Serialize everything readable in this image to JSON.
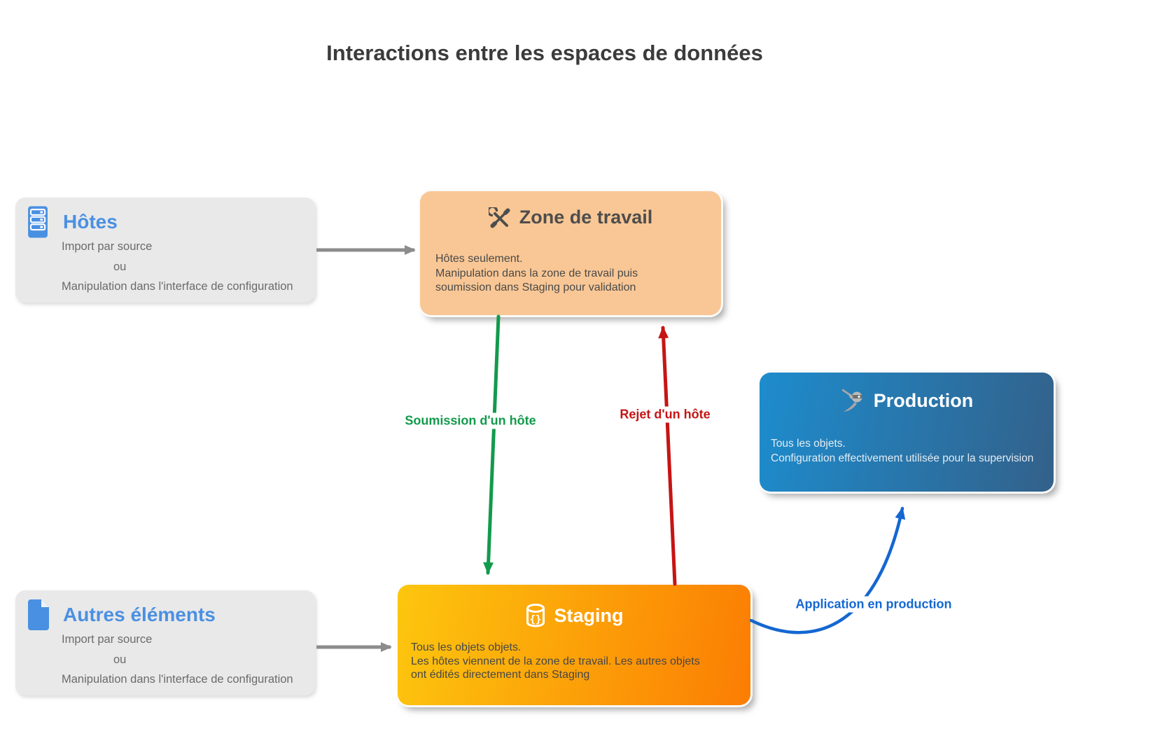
{
  "title": "Interactions entre les espaces de données",
  "boxes": {
    "hotes": {
      "title": "Hôtes",
      "icon": "server-icon",
      "lines": [
        "Import par source",
        "ou",
        "Manipulation dans l'interface de configuration"
      ]
    },
    "autres": {
      "title": "Autres éléments",
      "icon": "document-icon",
      "lines": [
        "Import par source",
        "ou",
        "Manipulation dans l'interface de configuration"
      ]
    },
    "zone_travail": {
      "title": "Zone de travail",
      "icon": "tools-icon",
      "lines": [
        "Hôtes seulement.",
        "Manipulation dans la zone de travail puis",
        "soumission dans Staging pour validation"
      ]
    },
    "staging": {
      "title": "Staging",
      "icon": "database-icon",
      "lines": [
        "Tous les objets objets.",
        "Les hôtes viennent de la zone de travail. Les autres objets",
        "ont édités directement dans Staging"
      ]
    },
    "production": {
      "title": "Production",
      "icon": "ninja-icon",
      "lines": [
        "Tous les objets.",
        "Configuration effectivement utilisée pour la supervision"
      ]
    }
  },
  "arrows": {
    "soumission": {
      "label": "Soumission d'un hôte",
      "color": "#129a4c"
    },
    "rejet": {
      "label": "Rejet d'un hôte",
      "color": "#c61414"
    },
    "application": {
      "label": "Application en production",
      "color": "#1467d1"
    },
    "import_hotes": {
      "color": "#8c8c8c"
    },
    "import_autres": {
      "color": "#8c8c8c"
    }
  },
  "colors": {
    "accent_blue": "#4a90e2",
    "zone_bg": "#f9c795",
    "staging_gradient_from": "#fdc60e",
    "staging_gradient_to": "#fb7d03",
    "production_gradient_from": "#1d8ccd",
    "production_gradient_to": "#33618a",
    "gray_box_bg": "#e9e9e9",
    "title_text": "#3b3b3b"
  }
}
